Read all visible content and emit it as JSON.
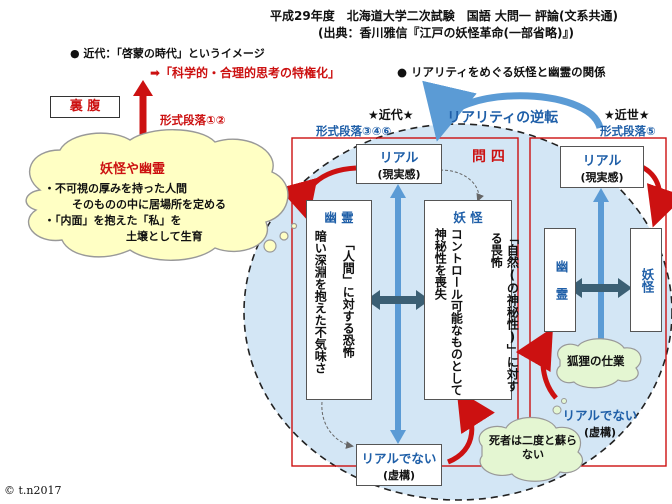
{
  "header": {
    "line1": "平成29年度　北海道大学二次試験　国語 大問一 評論(文系共通)",
    "line2": "(出典：香川雅信『江戸の妖怪革命(一部省略)』)"
  },
  "left": {
    "kindai_note": "● 近代：「啓蒙の時代」というイメージ",
    "arrow_note": "➡「科学的・合理的思考の特権化」",
    "urahara": "裏 腹",
    "paragraph_label": "形式段落①②",
    "cloud_title": "妖怪や幽霊",
    "cloud_lines": [
      "・不可視の厚みを持った人間",
      "そのものの中に居場所を定める",
      "・「内面」を抱えた「私」を",
      "土壌として生育"
    ]
  },
  "main": {
    "subtitle": "● リアリティをめぐる妖怪と幽霊の関係",
    "reversal": "リアリティの逆転",
    "kindai_star": "★近代★",
    "kinsei_star": "★近世★",
    "para_modern": "形式段落③④⑥",
    "para_early": "形式段落⑤",
    "question": "問 四",
    "left_panel": {
      "real_title": "リアル",
      "real_sub": "(現実感)",
      "unreal_title": "リアルでない",
      "unreal_sub": "(虚構)",
      "yurei": "幽 霊",
      "youkai": "妖 怪",
      "yurei_desc": "暗い深淵を抱えた不気味さ",
      "ningen": "「人間」に対する恐怖",
      "shizen": "「自然(の神秘性)」に対する畏怖",
      "control": "コントロール可能なものとして神秘性を喪失"
    },
    "right_panel": {
      "real_title": "リアル",
      "real_sub": "(現実感)",
      "unreal_title": "リアルでない",
      "unreal_sub": "(虚構)",
      "yurei": "幽 霊",
      "youkai": "妖怪",
      "kori": "狐狸の仕業",
      "shisha": "死者は二度と蘇らない"
    }
  },
  "footer": {
    "credit": "© t.n2017"
  },
  "colors": {
    "accent_red": "#cc1111",
    "blue_text": "#1f5fa8",
    "ellipse_fill": "#d3e6f5",
    "arrow_blue": "#5b9bd5"
  }
}
